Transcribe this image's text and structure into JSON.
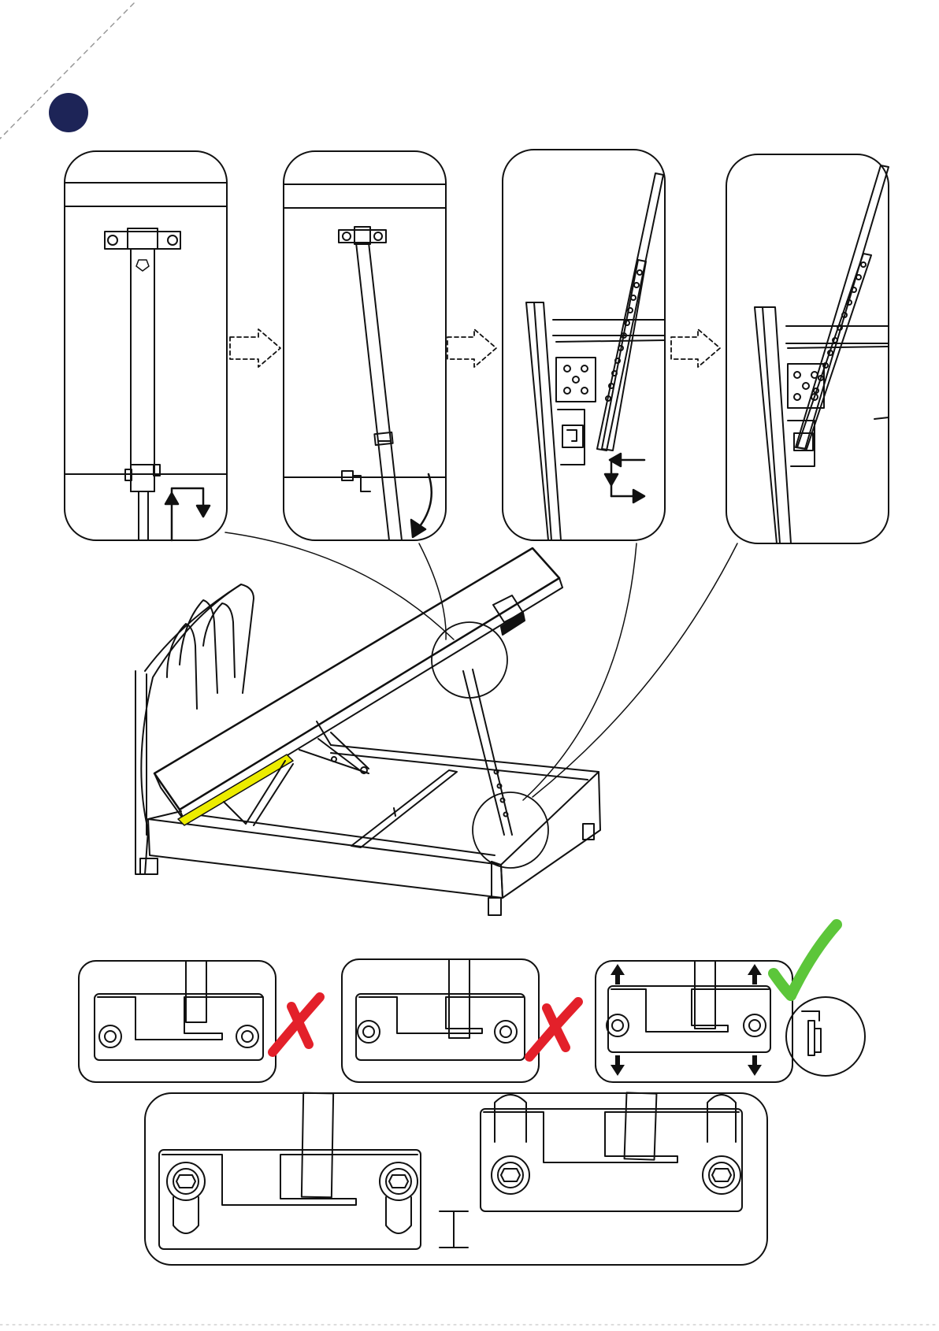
{
  "page": {
    "step_number": ""
  },
  "colors": {
    "line": "#111111",
    "step_badge": "#1d2457",
    "highlight_rail": "#ecec00",
    "wrong_mark": "#e3202a",
    "correct_mark": "#5cc63a",
    "background": "#ffffff"
  },
  "detail_panels": [
    {
      "name": "gas-strut-attached-upright",
      "icon": "up-down-arrows-icon"
    },
    {
      "name": "gas-strut-tilted",
      "icon": "curved-arrow-icon"
    },
    {
      "name": "rail-slot-engaging",
      "icon": "hook-arrows-icon"
    },
    {
      "name": "rail-slot-locked",
      "icon": ""
    }
  ],
  "bracket_checks": [
    {
      "name": "bracket-wrong-1",
      "result": "wrong",
      "icon": "red-cross-icon"
    },
    {
      "name": "bracket-wrong-2",
      "result": "wrong",
      "icon": "red-cross-icon"
    },
    {
      "name": "bracket-correct",
      "result": "correct",
      "icon": "green-check-icon"
    }
  ]
}
